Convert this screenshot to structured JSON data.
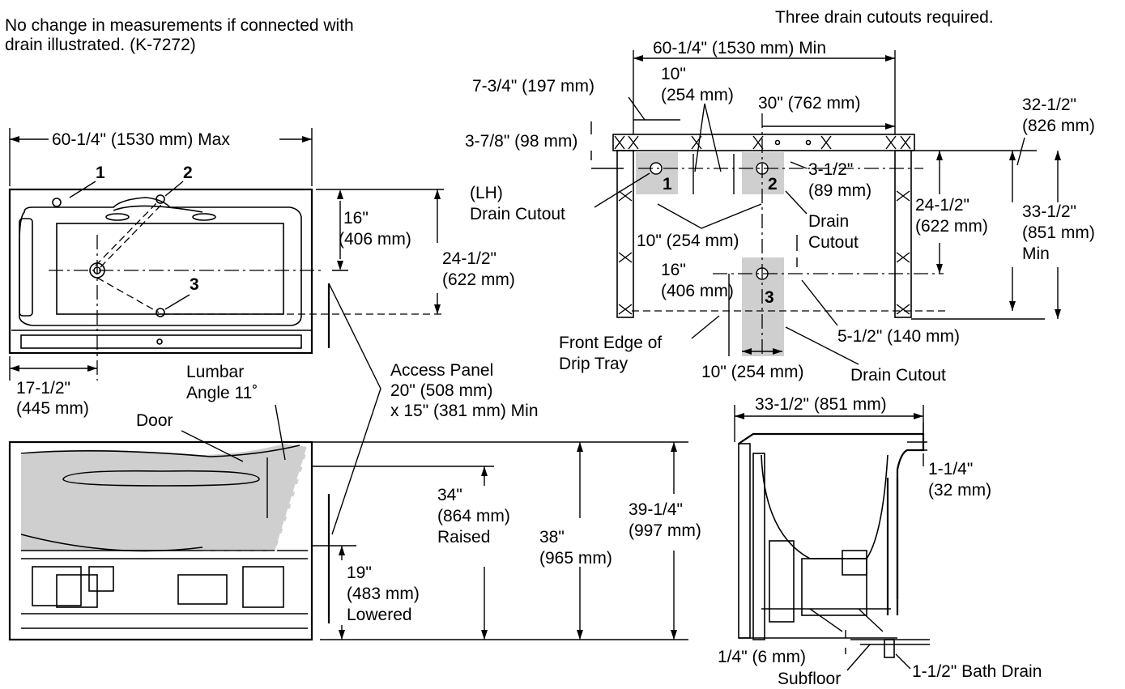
{
  "notes": {
    "top_left_1": "No change in measurements if connected with",
    "top_left_2": "drain illustrated. (K-7272)",
    "top_right": "Three drain cutouts required."
  },
  "top_view": {
    "width_max": "60-1/4\" (1530 mm) Max",
    "depth_16_a": "16\"",
    "depth_16_b": "(406 mm)",
    "depth_24_a": "24-1/2\"",
    "depth_24_b": "(622 mm)",
    "offset_a": "17-1/2\"",
    "offset_b": "(445 mm)",
    "drain_1": "1",
    "drain_2": "2",
    "drain_3": "3"
  },
  "front_view": {
    "lumbar_a": "Lumbar",
    "lumbar_b": "Angle 11˚",
    "door": "Door",
    "access_a": "Access Panel",
    "access_b": "20\" (508 mm)",
    "access_c": "x 15\" (381 mm) Min",
    "raised_a": "34\"",
    "raised_b": "(864 mm)",
    "raised_c": "Raised",
    "h38_a": "38\"",
    "h38_b": "(965 mm)",
    "h39_a": "39-1/4\"",
    "h39_b": "(997 mm)",
    "lowered_a": "19\"",
    "lowered_b": "(483 mm)",
    "lowered_c": "Lowered"
  },
  "floor_plan": {
    "width_min": "60-1/4\" (1530 mm) Min",
    "d_7_3_4": "7-3/4\" (197 mm)",
    "d_10_a": "10\"",
    "d_10_b": "(254 mm)",
    "d_30": "30\" (762 mm)",
    "d_3_7_8": "3-7/8\" (98 mm)",
    "d_32_a": "32-1/2\"",
    "d_32_b": "(826 mm)",
    "lh_a": "(LH)",
    "lh_b": "Drain Cutout",
    "d_3_1_2_a": "3-1/2\"",
    "d_3_1_2_b": "(89 mm)",
    "drain_cutout_2a": "Drain",
    "drain_cutout_2b": "Cutout",
    "d_24_a": "24-1/2\"",
    "d_24_b": "(622 mm)",
    "d_33_a": "33-1/2\"",
    "d_33_b": "(851 mm)",
    "d_33_c": "Min",
    "d_10_mid": "10\" (254 mm)",
    "d_16_a": "16\"",
    "d_16_b": "(406 mm)",
    "front_edge_a": "Front Edge of",
    "front_edge_b": "Drip Tray",
    "d_5_1_2": "5-1/2\" (140 mm)",
    "d_10_bot": "10\" (254 mm)",
    "drain_cutout_3": "Drain Cutout",
    "cut_1": "1",
    "cut_2": "2",
    "cut_3": "3"
  },
  "side_view": {
    "width": "33-1/2\" (851 mm)",
    "rim_a": "1-1/4\"",
    "rim_b": "(32 mm)",
    "gap": "1/4\" (6 mm)",
    "subfloor": "Subfloor",
    "bath_drain": "1-1/2\" Bath Drain"
  }
}
